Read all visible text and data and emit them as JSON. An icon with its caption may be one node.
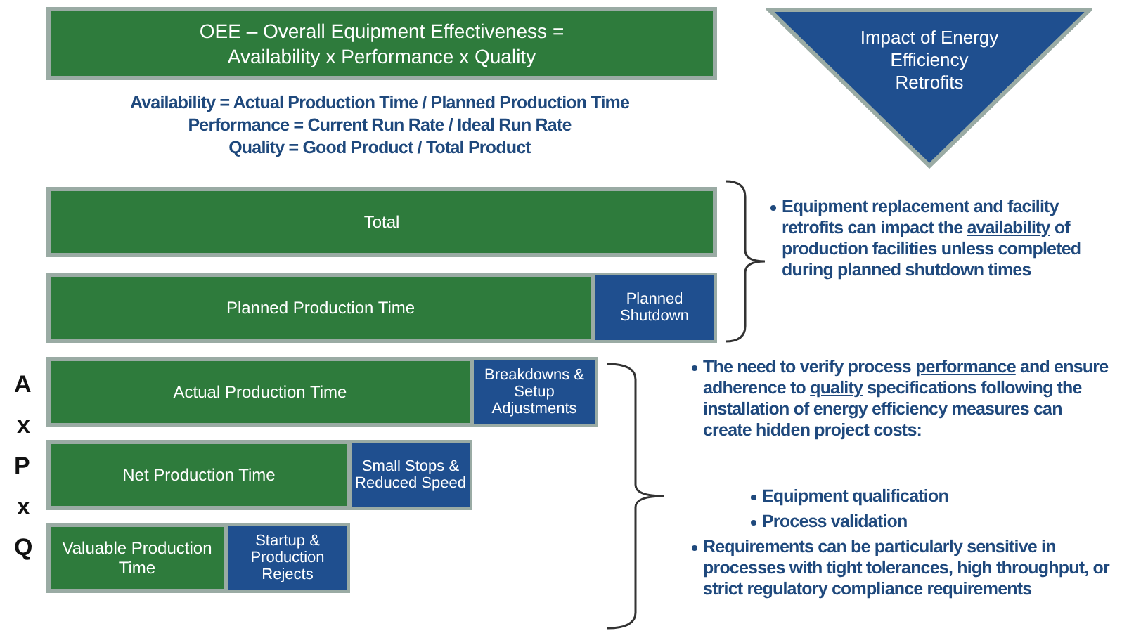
{
  "diagram": {
    "nodes": [
      {
        "text": [
          "OEE – Overall Equipment Effectiveness = Availability x Performance x Quality"
        ]
      },
      {
        "text": [
          "Impact of Energy Efficiency Retrofits"
        ]
      },
      {
        "text": [
          "Total"
        ]
      },
      {
        "text": [
          "Planned Production Time"
        ]
      },
      {
        "text": [
          "Planned Shutdown"
        ]
      },
      {
        "text": [
          "Actual Production Time"
        ]
      },
      {
        "text": [
          "Breakdowns & Setup Adjustments"
        ]
      },
      {
        "text": [
          "Net Production Time"
        ]
      },
      {
        "text": [
          "Small Stops & Reduced Speed"
        ]
      },
      {
        "text": [
          "Valuable Production Time"
        ]
      },
      {
        "text": [
          "Startup & Production Rejects"
        ]
      }
    ],
    "labels": [
      "Availability = Actual Production Time / Planned Production Time",
      "Performance = Current Run Rate / Ideal Run Rate",
      "Quality = Good Product / Total Product",
      "Equipment replacement and facility retrofits can impact the **availability** of production facilities unless completed during planned shutdown times",
      "A",
      "x",
      "P",
      "x",
      "Q",
      "The need to verify process **performance** and ensure adherence to **quality** specifications following the installation of energy efficiency measures can create hidden project costs:",
      "Equipment qualification",
      "Process validation",
      "Requirements can be particularly sensitive in processes with tight tolerances, high throughput, or strict regulatory compliance requirements"
    ]
  }
}
